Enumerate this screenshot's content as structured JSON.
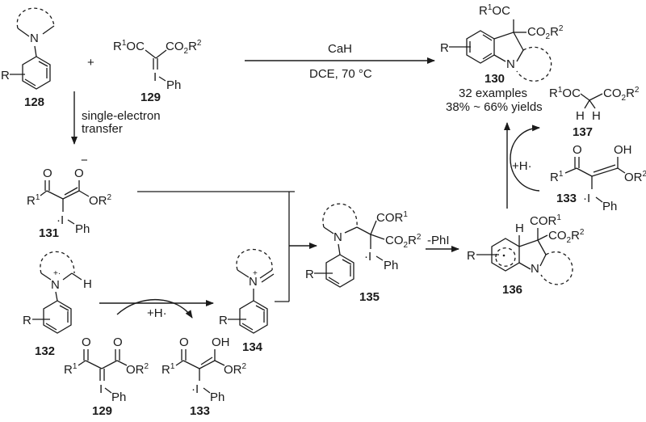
{
  "figure": {
    "kind": "reaction-scheme",
    "top_reaction": {
      "reagent_above_arrow": "CaH",
      "conditions_below_arrow": "DCE, 70 °C",
      "plus_sign": "+"
    },
    "set_step": {
      "label_line1": "single-electron",
      "label_line2": "transfer"
    },
    "hat_step_bottom": {
      "label": "+H·"
    },
    "hat_step_right": {
      "label": "+H·"
    },
    "elimination_label": "-PhI",
    "product_summary": {
      "examples": "32 examples",
      "yields": "38% ~ 66% yields"
    },
    "compounds": {
      "c128": {
        "number": "128",
        "name": "N-aryl cyclic amine",
        "atoms": {
          "N": "N",
          "R": "R"
        }
      },
      "c129_top": {
        "number": "129",
        "left_group": "R",
        "left_sup": "1",
        "left_rest": "OC",
        "right_group": "CO",
        "right_sub": "2",
        "right_r": "R",
        "right_sup": "2",
        "iodo": "I",
        "ph": "Ph"
      },
      "c130": {
        "number": "130",
        "acyl": "R",
        "acyl_sup": "1",
        "acyl_rest": "OC",
        "ester": "CO",
        "ester_sub": "2",
        "ester_r": "R",
        "ester_sup": "2",
        "N": "N",
        "R": "R"
      },
      "c137": {
        "number": "137",
        "left": "R",
        "left_sup": "1",
        "left_rest": "OC",
        "right": "CO",
        "right_sub": "2",
        "right_r": "R",
        "right_sup": "2",
        "H1": "H",
        "H2": "H"
      },
      "c133_right": {
        "number": "133",
        "O": "O",
        "OH": "OH",
        "R1": "R",
        "R1_sup": "1",
        "OR": "OR",
        "OR_sup": "2",
        "I": "·I",
        "Ph": "Ph"
      },
      "c131": {
        "number": "131",
        "O": "O",
        "Ominus": "O",
        "charge": "−",
        "R1": "R",
        "R1_sup": "1",
        "OR": "OR",
        "OR_sup": "2",
        "I": "·I",
        "Ph": "Ph"
      },
      "c132": {
        "number": "132",
        "N": "N",
        "charge": "+·",
        "H": "H",
        "R": "R"
      },
      "c134": {
        "number": "134",
        "N": "N",
        "charge": "+",
        "R": "R"
      },
      "c135": {
        "number": "135",
        "N": "N",
        "R": "R",
        "COR": "COR",
        "COR_sup": "1",
        "ester": "CO",
        "ester_sub": "2",
        "ester_r": "R",
        "ester_sup": "2",
        "I": "·I",
        "Ph": "Ph"
      },
      "c136": {
        "number": "136",
        "H": "H",
        "COR": "COR",
        "COR_sup": "1",
        "ester": "CO",
        "ester_sub": "2",
        "ester_r": "R",
        "ester_sup": "2",
        "N": "N",
        "R": "R"
      },
      "c129_bottom": {
        "number": "129",
        "O1": "O",
        "O2": "O",
        "R1": "R",
        "R1_sup": "1",
        "OR": "OR",
        "OR_sup": "2",
        "I": "I",
        "Ph": "Ph"
      },
      "c133_bottom": {
        "number": "133",
        "O": "O",
        "OH": "OH",
        "R1": "R",
        "R1_sup": "1",
        "OR": "OR",
        "OR_sup": "2",
        "I": "·I",
        "Ph": "Ph"
      }
    }
  }
}
